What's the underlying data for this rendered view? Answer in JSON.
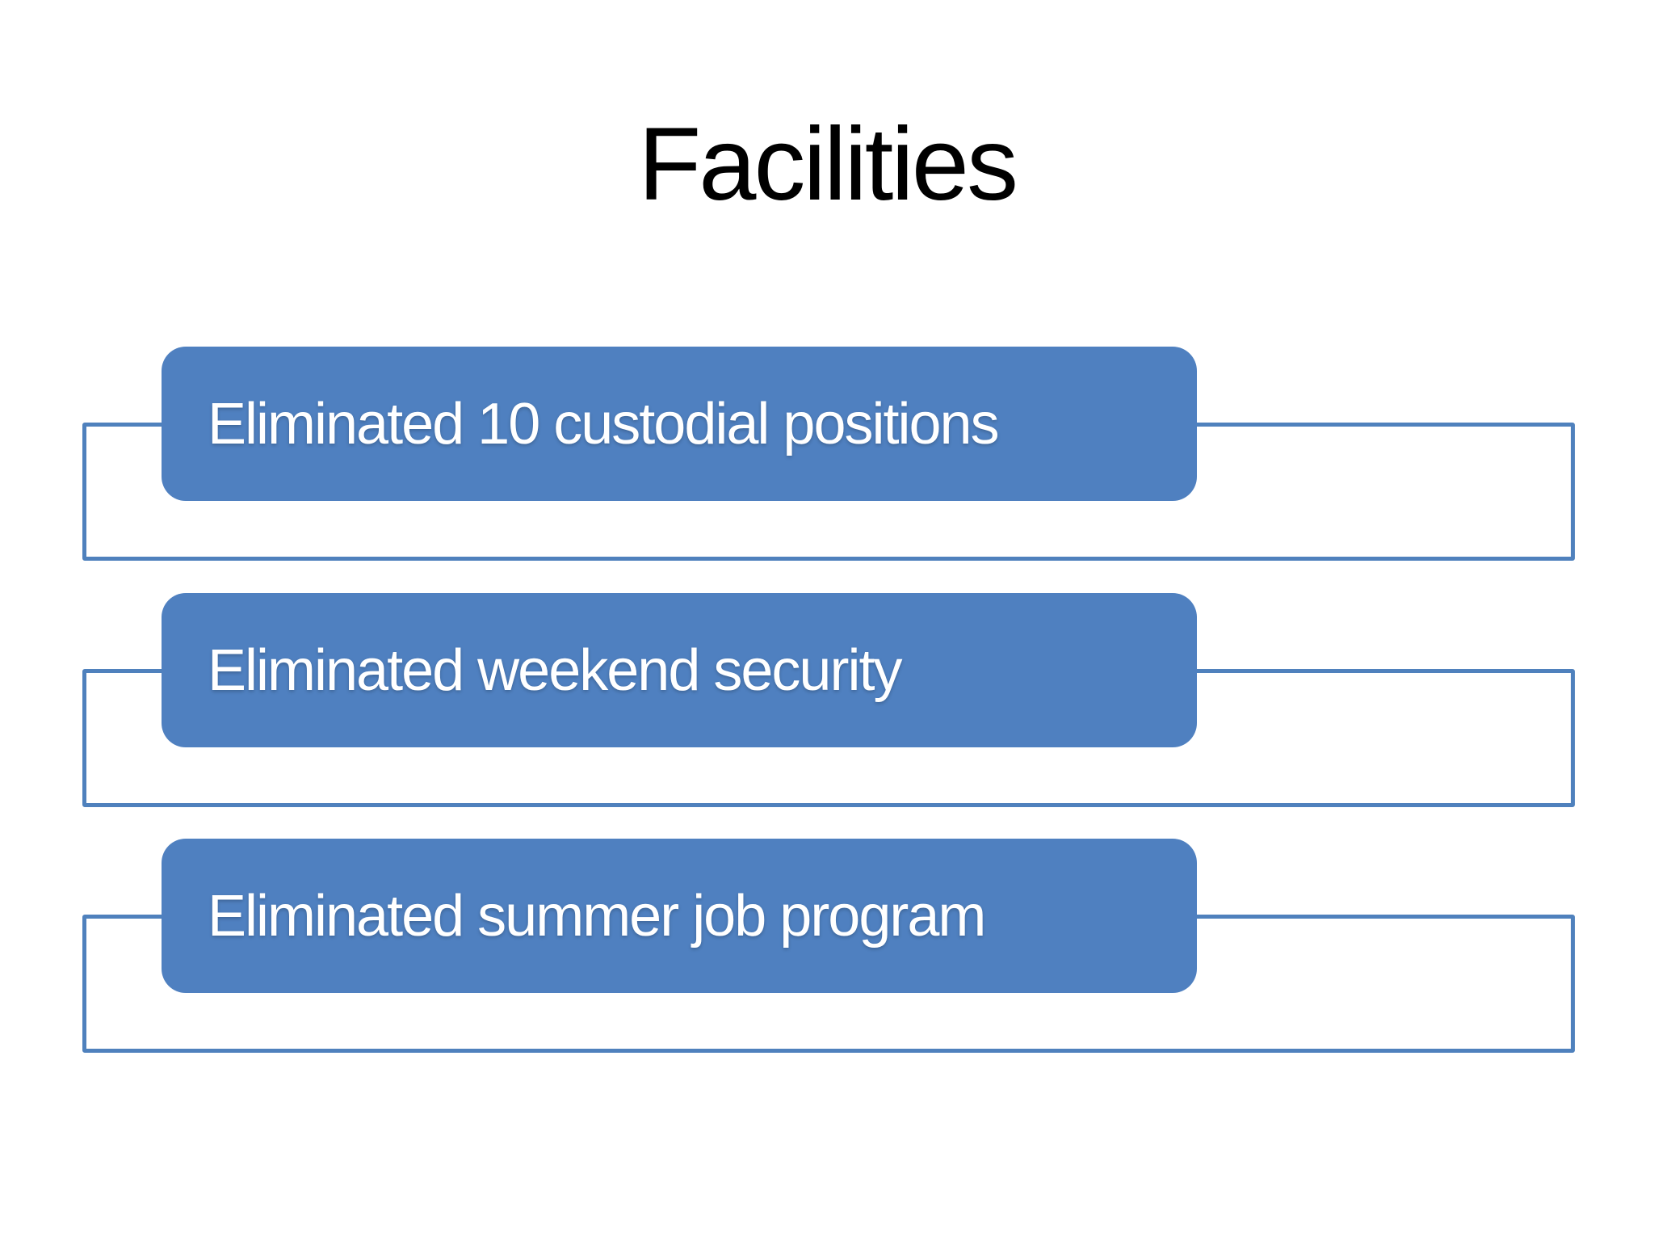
{
  "slide": {
    "title": "Facilities",
    "items": [
      {
        "label": "Eliminated 10 custodial positions"
      },
      {
        "label": "Eliminated weekend security"
      },
      {
        "label": "Eliminated summer job program"
      }
    ],
    "colors": {
      "shape_fill": "#4f80c0",
      "outline_stroke": "#4f81bd",
      "shape_text": "#ffffff",
      "title_color": "#000000",
      "background": "#ffffff"
    }
  }
}
